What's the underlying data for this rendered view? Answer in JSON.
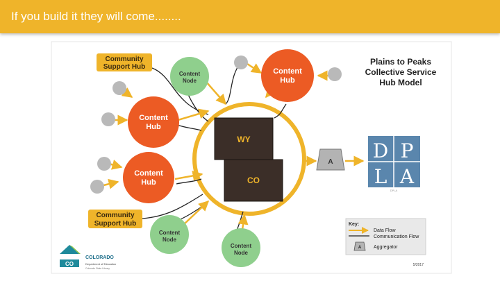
{
  "slide": {
    "title": "If you build it they will come........"
  },
  "colors": {
    "banner": "#efb42a",
    "hub": "#ec5b24",
    "node": "#8fcf8d",
    "ring": "#efb42a",
    "state_box": "#3b2e28",
    "dpla_blue": "#5a86ad",
    "support": "#efb42a",
    "satellite": "#b9b9b9"
  },
  "diagram": {
    "title_lines": [
      "Plains to Peaks",
      "Collective Service",
      "Hub Model"
    ],
    "hubs": [
      {
        "line1": "Content",
        "line2": "Hub"
      },
      {
        "line1": "Content",
        "line2": "Hub"
      },
      {
        "line1": "Content",
        "line2": "Hub"
      }
    ],
    "nodes": [
      {
        "line1": "Content",
        "line2": "Node"
      },
      {
        "line1": "Content",
        "line2": "Node"
      },
      {
        "line1": "Content",
        "line2": "Node"
      }
    ],
    "support_hubs": [
      {
        "line1": "Community",
        "line2": "Support Hub"
      },
      {
        "line1": "Community",
        "line2": "Support Hub"
      }
    ],
    "states": [
      "WY",
      "CO"
    ],
    "aggregator_label": "A",
    "dpla_letters": [
      "D",
      "P",
      "L",
      "A"
    ],
    "dpla_caption": "DPLA",
    "key": {
      "title": "Key:",
      "data_flow": "Data Flow",
      "communication_flow": "Communication Flow",
      "aggregator_symbol": "A",
      "aggregator": "Aggregator"
    },
    "date": "5/2017"
  },
  "footer_logo": {
    "initials": "CO",
    "name": "COLORADO",
    "dept": "Department of Education",
    "sub": "Colorado State Library"
  }
}
